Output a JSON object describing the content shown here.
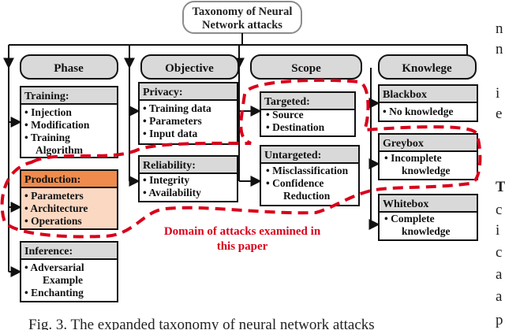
{
  "title": [
    "Taxonomy of Neural",
    "Network attacks"
  ],
  "columns": [
    {
      "header": "Phase",
      "boxes": [
        {
          "title": "Training:",
          "items": [
            "• Injection",
            "• Modification",
            "• Training",
            "Algorithm"
          ]
        },
        {
          "title": "Production:",
          "items": [
            "• Parameters",
            "• Architecture",
            "• Operations"
          ]
        },
        {
          "title": "Inference:",
          "items": [
            "• Adversarial",
            "Example",
            "• Enchanting"
          ]
        }
      ]
    },
    {
      "header": "Objective",
      "boxes": [
        {
          "title": "Privacy:",
          "items": [
            "• Training data",
            "• Parameters",
            "• Input data"
          ]
        },
        {
          "title": "Reliability:",
          "items": [
            "• Integrity",
            "• Availability"
          ]
        }
      ]
    },
    {
      "header": "Scope",
      "boxes": [
        {
          "title": "Targeted:",
          "items": [
            "• Source",
            "• Destination"
          ]
        },
        {
          "title": "Untargeted:",
          "items": [
            "• Misclassification",
            "• Confidence",
            "Reduction"
          ]
        }
      ]
    },
    {
      "header": "Knowlege",
      "boxes": [
        {
          "title": "Blackbox",
          "items": [
            "• No knowledge"
          ]
        },
        {
          "title": "Greybox",
          "items": [
            "• Incomplete",
            "knowledge"
          ]
        },
        {
          "title": "Whitebox",
          "items": [
            "• Complete",
            "knowledge"
          ]
        }
      ]
    }
  ],
  "annotation": [
    "Domain of attacks examined in",
    "this paper"
  ],
  "caption": "Fig. 3. The expanded taxonomy of neural network attacks",
  "side_text": {
    "right_top": [
      "n",
      "n",
      "",
      "i",
      "e"
    ],
    "right_bottom": [
      "T",
      "c",
      "i",
      "c",
      "a",
      "a",
      "p"
    ]
  },
  "colors": {
    "header_fill": "#d9d9d9",
    "box_title_fill": "#d9d9d9",
    "highlight_title_fill": "#ee8b4d",
    "highlight_body_fill": "#fbd8c2",
    "dashed_outline": "#d9001b",
    "annotation_text": "#d9001b",
    "line": "#111111"
  }
}
